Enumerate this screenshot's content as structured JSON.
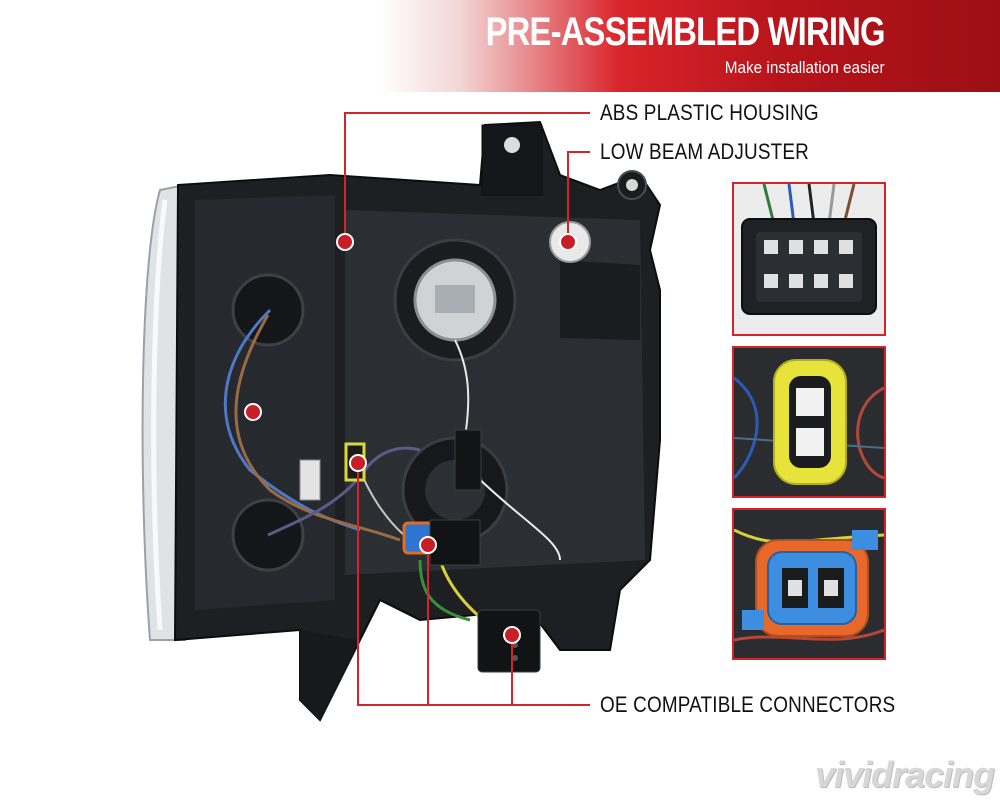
{
  "banner": {
    "title": "PRE-ASSEMBLED WIRING",
    "subtitle": "Make installation easier",
    "colors": {
      "start": "#ffffff",
      "mid": "#d9242b",
      "end": "#9c0f15"
    }
  },
  "callouts": {
    "housing": "ABS PLASTIC HOUSING",
    "adjuster": "LOW BEAM ADJUSTER",
    "connectors": "OE COMPATIBLE CONNECTORS"
  },
  "colors": {
    "accent": "#d4242b",
    "marker": "#c81e28"
  },
  "watermark": "vividracing"
}
